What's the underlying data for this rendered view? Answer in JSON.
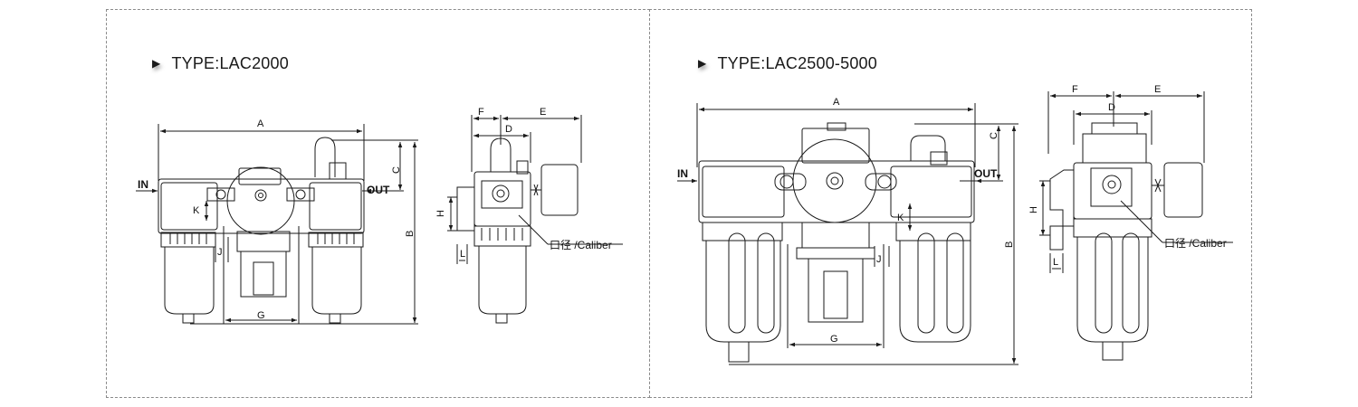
{
  "left": {
    "title": "TYPE:LAC2000",
    "dims": {
      "A": "A",
      "B": "B",
      "C": "C",
      "D": "D",
      "E": "E",
      "F": "F",
      "G": "G",
      "H": "H",
      "J": "J",
      "K": "K",
      "L": "L"
    },
    "port_in": "IN",
    "port_out": "OUT",
    "caliber": "口径 /Caliber"
  },
  "right": {
    "title": "TYPE:LAC2500-5000",
    "dims": {
      "A": "A",
      "B": "B",
      "C": "C",
      "D": "D",
      "E": "E",
      "F": "F",
      "G": "G",
      "H": "H",
      "J": "J",
      "K": "K",
      "L": "L"
    },
    "port_in": "IN",
    "port_out": "OUT",
    "caliber": "口径 /Caliber"
  },
  "colors": {
    "line": "#1a1a1a",
    "border": "#8a8a8a"
  }
}
